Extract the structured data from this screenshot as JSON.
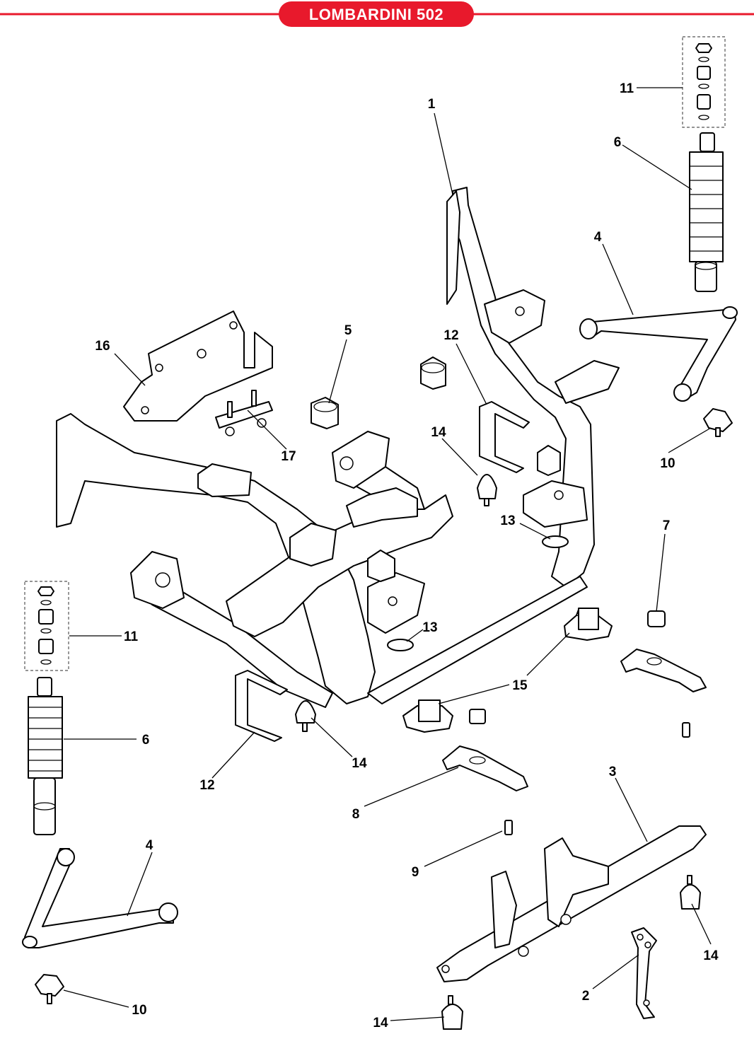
{
  "header": {
    "title": "LOMBARDINI 502",
    "accent_color": "#e8192c"
  },
  "callouts": {
    "c1": "1",
    "c2": "2",
    "c3": "3",
    "c4a": "4",
    "c4b": "4",
    "c5": "5",
    "c6a": "6",
    "c6b": "6",
    "c7": "7",
    "c8": "8",
    "c9": "9",
    "c10a": "10",
    "c10b": "10",
    "c11a": "11",
    "c11b": "11",
    "c12a": "12",
    "c12b": "12",
    "c13a": "13",
    "c13b": "13",
    "c14a": "14",
    "c14b": "14",
    "c14c": "14",
    "c14d": "14",
    "c15": "15",
    "c16": "16",
    "c17": "17"
  }
}
